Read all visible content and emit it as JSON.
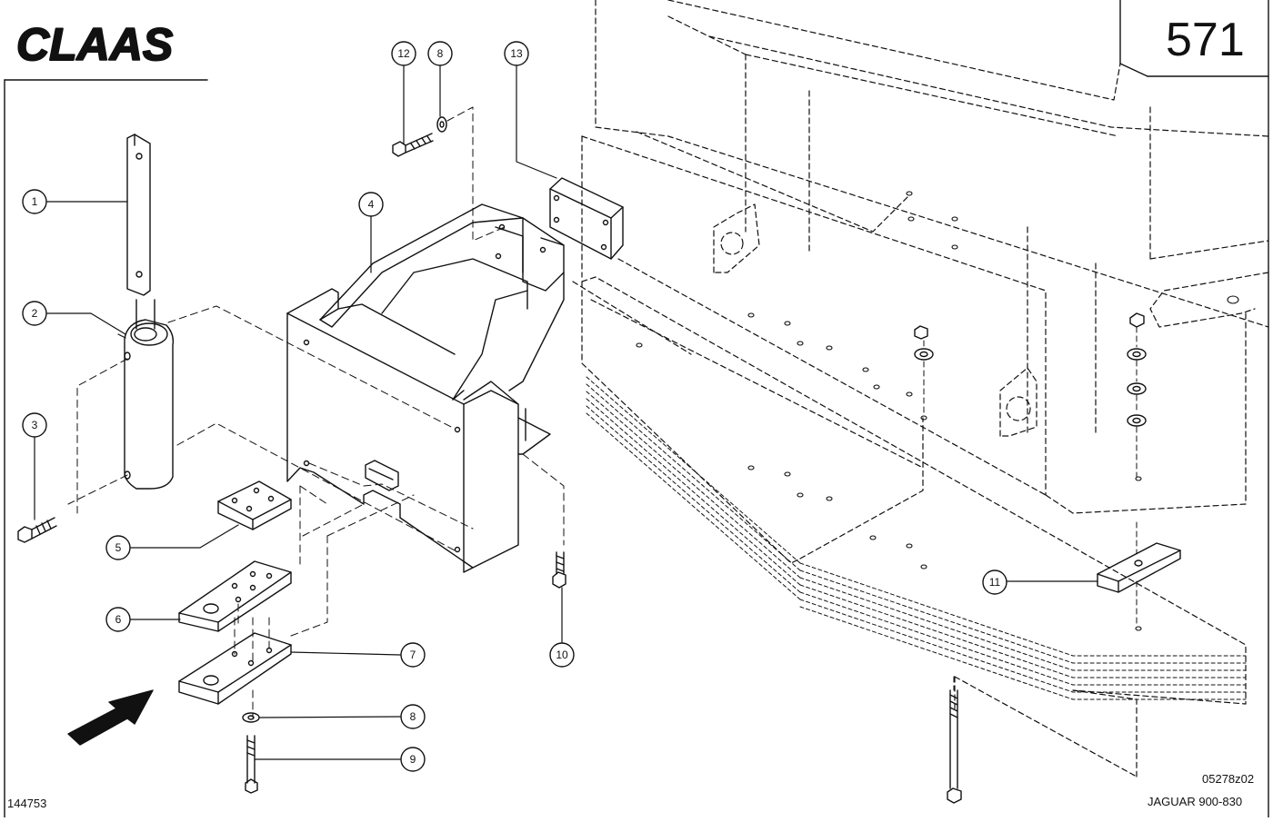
{
  "header": {
    "logo_text": "CLAAS",
    "page_number": "571"
  },
  "footer": {
    "drawing_id": "144753",
    "figure_code": "05278z02",
    "model": "JAGUAR 900-830"
  },
  "callouts": {
    "c1": "1",
    "c2": "2",
    "c3": "3",
    "c4": "4",
    "c5": "5",
    "c6": "6",
    "c7": "7",
    "c8a": "8",
    "c8b": "8",
    "c9": "9",
    "c10": "10",
    "c11": "11",
    "c12": "12",
    "c13": "13"
  },
  "colors": {
    "line": "#111111",
    "background": "#ffffff"
  },
  "icons": {
    "direction_arrow": "arrow-icon"
  }
}
